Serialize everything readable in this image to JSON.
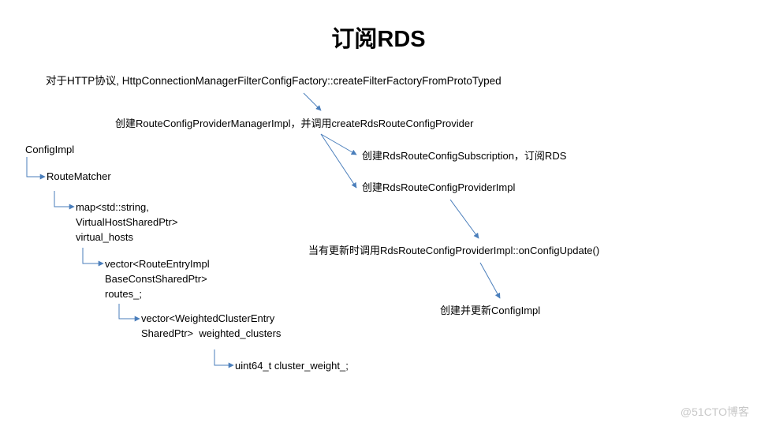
{
  "title": "订阅RDS",
  "flow": {
    "step1": "对于HTTP协议, HttpConnectionManagerFilterConfigFactory::createFilterFactoryFromProtoTyped",
    "step2": "创建RouteConfigProviderManagerImpl，并调用createRdsRouteConfigProvider",
    "step3a": "创建RdsRouteConfigSubscription，订阅RDS",
    "step3b": "创建RdsRouteConfigProviderImpl",
    "step4": "当有更新时调用RdsRouteConfigProviderImpl::onConfigUpdate()",
    "step5": "创建并更新ConfigImpl"
  },
  "tree": {
    "level0": "ConfigImpl",
    "level1": "RouteMatcher",
    "level2": "map<std::string,\nVirtualHostSharedPtr>\nvirtual_hosts",
    "level3": "vector<RouteEntryImpl\nBaseConstSharedPtr>\nroutes_;",
    "level4": "vector<WeightedClusterEntry\nSharedPtr>  weighted_clusters",
    "level5": "uint64_t cluster_weight_;"
  },
  "colors": {
    "arrow": "#4a7ebb"
  },
  "watermark": "@51CTO博客"
}
